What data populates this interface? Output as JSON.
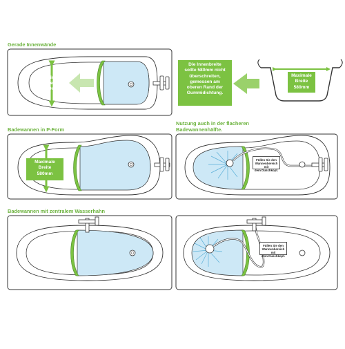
{
  "sections": {
    "straight_walls": {
      "title": "Gerade Innenwände",
      "label": [
        "Maximale",
        "Breite",
        "580mm"
      ]
    },
    "note": {
      "text": [
        "Die Innenbreite",
        "sollte 580mm nicht",
        "überschreiten,",
        "gemessen am",
        "oberen Rand der",
        "Gummidichtung."
      ]
    },
    "cross_section": {
      "label": [
        "Maximale",
        "Breite",
        "580mm"
      ]
    },
    "p_shape": {
      "title": "Badewannen in P-Form",
      "label": [
        "Maximale",
        "Breite",
        "580mm"
      ]
    },
    "flatter_half": {
      "title": [
        "Nutzung auch in der flacheren",
        "Badewannenhälfte."
      ],
      "hint": [
        "Füllen Sie den",
        "Wannenbereich mit",
        "dem Duschkopf."
      ]
    },
    "central_tap": {
      "title": "Badewannen mit zentralem Wasserhahn"
    },
    "central_tap_shower": {
      "hint": [
        "Füllen Sie den",
        "Wannenbereich mit",
        "dem Duschkopf."
      ]
    }
  },
  "colors": {
    "accent_green": "#7cc242",
    "water_blue": "#cde8f6",
    "outline": "#333333",
    "heading_green": "#6db33f"
  }
}
